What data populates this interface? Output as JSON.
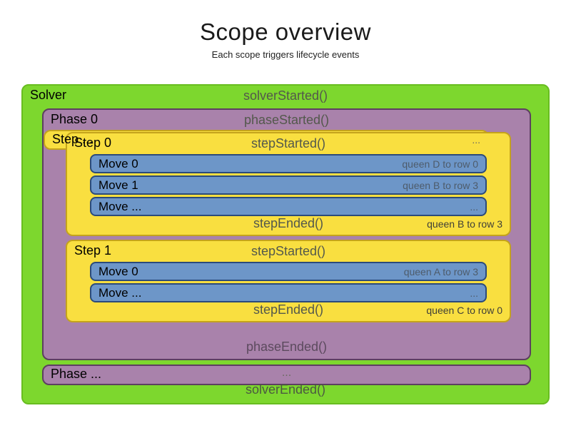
{
  "header": {
    "title": "Scope overview",
    "subtitle": "Each scope triggers lifecycle events"
  },
  "solver": {
    "label": "Solver",
    "started": "solverStarted()",
    "ended": "solverEnded()",
    "phases": [
      {
        "label": "Phase 0",
        "started": "phaseStarted()",
        "ended": "phaseEnded()",
        "steps": [
          {
            "label": "Step 0",
            "started": "stepStarted()",
            "ended": "stepEnded()",
            "ended_note": "queen B to row 3",
            "moves": [
              {
                "label": "Move 0",
                "note": "queen D to row 0"
              },
              {
                "label": "Move 1",
                "note": "queen B to row 3"
              },
              {
                "label": "Move ...",
                "note": "..."
              }
            ]
          },
          {
            "label": "Step 1",
            "started": "stepStarted()",
            "ended": "stepEnded()",
            "ended_note": "queen C to row 0",
            "moves": [
              {
                "label": "Move 0",
                "note": "queen A to row 3"
              },
              {
                "label": "Move ...",
                "note": "..."
              }
            ]
          },
          {
            "label": "Step ...",
            "center": "...",
            "right": "..."
          }
        ]
      },
      {
        "label": "Phase ...",
        "center": "..."
      }
    ]
  },
  "colors": {
    "solver_green": "#7dd72e",
    "solver_border": "#68bd20",
    "phase_purple": "#a982ab",
    "phase_border": "#5d3f60",
    "step_yellow": "#f9df40",
    "step_border": "#c4a31c",
    "move_blue": "#6d96c8",
    "move_border": "#2b4b7b",
    "lifecycle_text": "#53584c"
  }
}
